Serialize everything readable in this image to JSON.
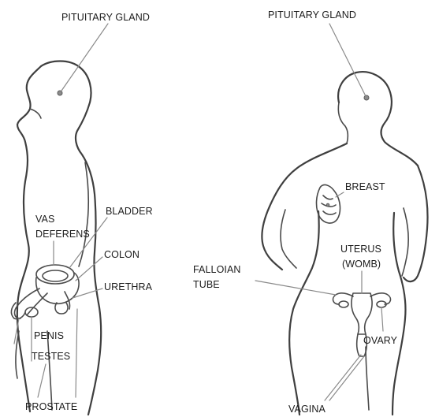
{
  "male": {
    "labels": {
      "pituitary_gland": "PITUITARY GLAND",
      "vas_deferens_line1": "VAS",
      "vas_deferens_line2": "DEFERENS",
      "bladder": "BLADDER",
      "colon": "COLON",
      "urethra": "URETHRA",
      "penis": "PENIS",
      "testes": "TESTES",
      "prostate": "PROSTATE"
    }
  },
  "female": {
    "labels": {
      "pituitary_gland": "PITUITARY GLAND",
      "breast": "BREAST",
      "uterus_line1": "UTERUS",
      "uterus_line2": "(WOMB)",
      "falloian_tube_line1": "FALLOIAN",
      "falloian_tube_line2": "TUBE",
      "ovary": "OVARY",
      "vagina": "VAGINA"
    }
  },
  "colors": {
    "outline": "#3f3f3f",
    "leader_line": "#8a8a8a",
    "label_text": "#1c1c1c",
    "background": "#ffffff"
  }
}
